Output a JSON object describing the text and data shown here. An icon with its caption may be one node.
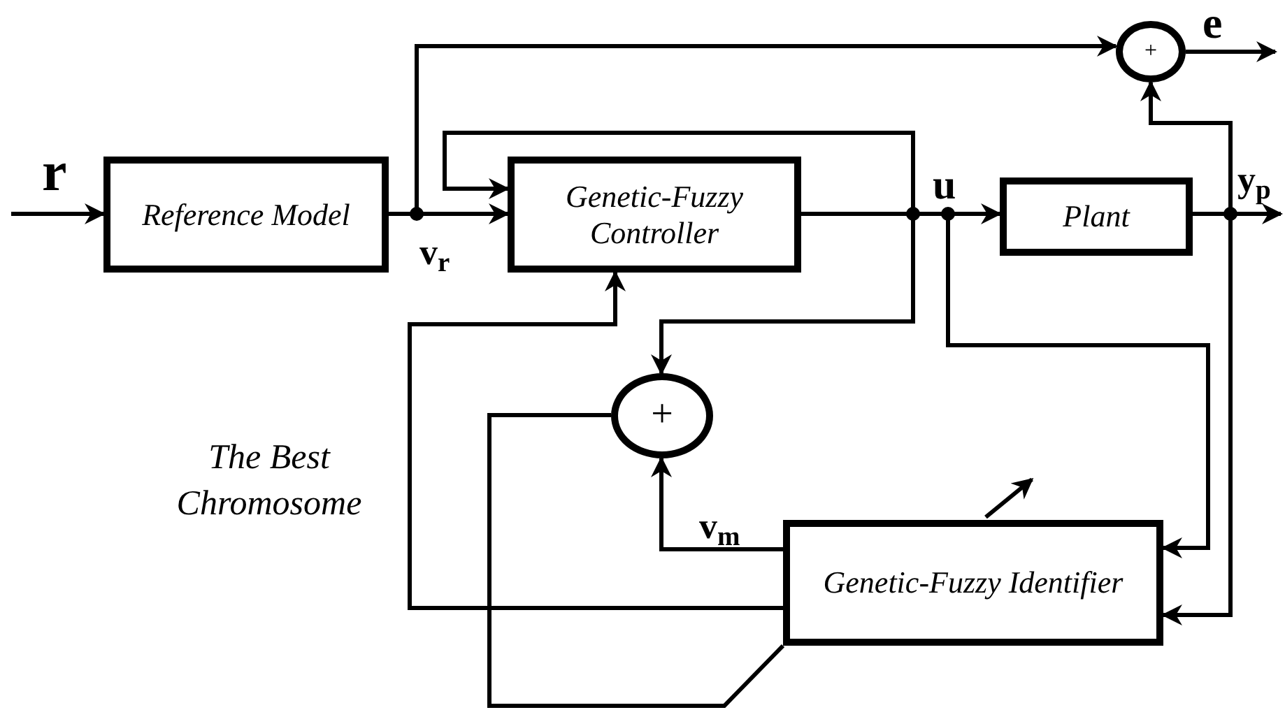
{
  "diagram": {
    "nodes": [
      {
        "text": [
          "Reference Model"
        ]
      },
      {
        "text": [
          "Genetic-Fuzzy Controller"
        ]
      },
      {
        "text": [
          "Plant"
        ]
      },
      {
        "text": [
          "+"
        ]
      },
      {
        "text": [
          "+"
        ]
      },
      {
        "text": [
          "Genetic-Fuzzy Identifier"
        ]
      }
    ],
    "edges": [
      {
        "from": null,
        "to": 0,
        "arrow": "to",
        "label": "r"
      },
      {
        "from": 0,
        "to": 1,
        "arrow": "to",
        "label": "v$_{r}$"
      },
      {
        "from": 0,
        "to": 3,
        "arrow": "to"
      },
      {
        "from": 1,
        "to": 1,
        "arrow": "to"
      },
      {
        "from": 1,
        "to": 2,
        "arrow": "to",
        "label": "u"
      },
      {
        "from": 1,
        "to": 4,
        "arrow": "to"
      },
      {
        "from": 2,
        "to": null,
        "arrow": "to",
        "label": "y$_{p}$"
      },
      {
        "from": 2,
        "to": 3,
        "arrow": "to"
      },
      {
        "from": 3,
        "to": null,
        "arrow": "to",
        "label": "e"
      },
      {
        "from": 1,
        "to": 5,
        "arrow": "to"
      },
      {
        "from": 2,
        "to": 5,
        "arrow": "to"
      },
      {
        "from": 5,
        "to": 4,
        "arrow": "to",
        "label": "v$_{m}$"
      },
      {
        "from": 5,
        "to": 1,
        "arrow": "to"
      },
      {
        "from": 4,
        "to": 5,
        "arrow": "none"
      }
    ],
    "labels": [
      "The Best Chromosome"
    ]
  }
}
